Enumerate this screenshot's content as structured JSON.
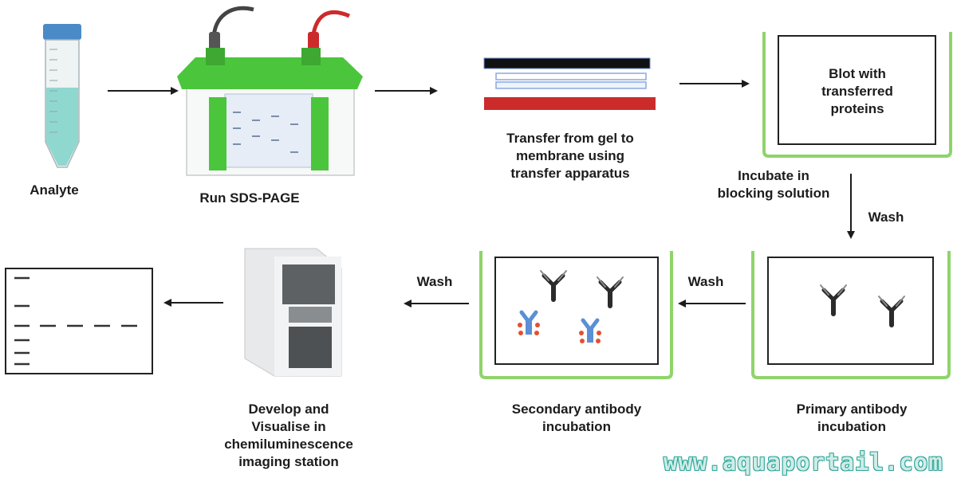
{
  "labels": {
    "analyte": "Analyte",
    "run_sds_page": "Run SDS-PAGE",
    "transfer": [
      "Transfer from gel to",
      "membrane using",
      "transfer apparatus"
    ],
    "blot": [
      "Blot with",
      "transferred",
      "proteins"
    ],
    "blocking": [
      "Incubate in",
      "blocking solution"
    ],
    "wash_right": "Wash",
    "wash_middle": "Wash",
    "wash_left": "Wash",
    "primary": [
      "Primary antibody",
      "incubation"
    ],
    "secondary": [
      "Secondary antibody",
      "incubation"
    ],
    "develop": [
      "Develop and",
      "Visualise in",
      "chemiluminescence",
      "imaging station"
    ]
  },
  "watermark": "www.aquaportail.com",
  "colors": {
    "tray_green": "#8fd46a",
    "gel_apparatus_green": "#4bc63c",
    "transfer_black": "#111111",
    "transfer_red": "#cc2b2b",
    "transfer_blue": "#8aa9e0",
    "antibody_dark": "#2b2b2b",
    "secondary_blue": "#5b8fd6",
    "enzyme_red": "#e4502e",
    "tube_cap": "#4a8bc7",
    "tube_liquid": "#8fd8cf",
    "watermark_teal": "#2aa598"
  }
}
